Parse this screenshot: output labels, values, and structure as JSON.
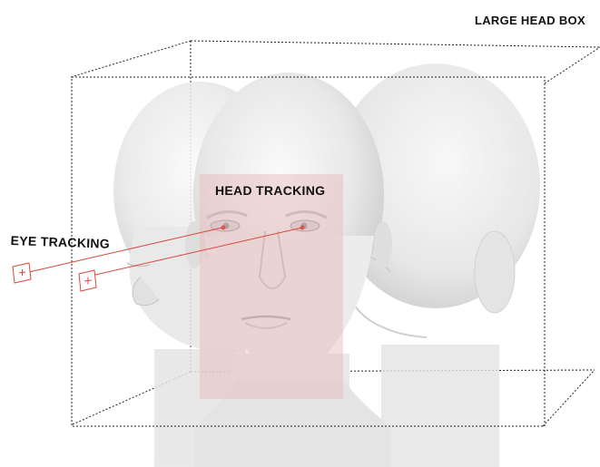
{
  "labels": {
    "large_head_box": "LARGE HEAD BOX",
    "head_tracking": "HEAD TRACKING",
    "eye_tracking": "EYE TRACKING"
  },
  "colors": {
    "box_dash": "#222222",
    "tracking_line": "#d9463e",
    "tracking_region": "#e9b5b5",
    "head_fill": "#eaeaea"
  },
  "icons": {
    "eye_target": "crosshair-square-icon"
  }
}
